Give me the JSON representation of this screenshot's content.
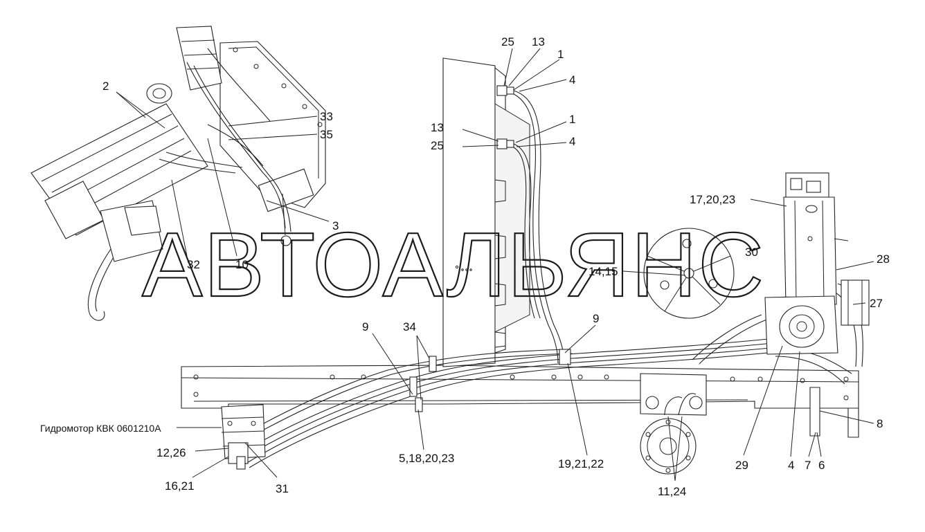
{
  "watermark": "АВТОАЛЬЯНС",
  "motor_label": "Гидромотор КВК 0601210А",
  "callouts": {
    "c2": "2",
    "c33": "33",
    "c35": "35",
    "c3": "3",
    "c32": "32",
    "c10": "10",
    "c25a": "25",
    "c13a": "13",
    "c1a": "1",
    "c4a": "4",
    "c13b": "13",
    "c25b": "25",
    "c1b": "1",
    "c4b": "4",
    "c17": "17,20,23",
    "c30": "30",
    "c14": "14,15",
    "c28": "28",
    "c27": "27",
    "c9a": "9",
    "c34": "34",
    "c9b": "9",
    "c8": "8",
    "c12": "12,26",
    "c5": "5,18,20,23",
    "c19": "19,21,22",
    "c29": "29",
    "c4c": "4",
    "c7": "7",
    "c6": "6",
    "c16": "16,21",
    "c31": "31",
    "c11": "11,24"
  }
}
